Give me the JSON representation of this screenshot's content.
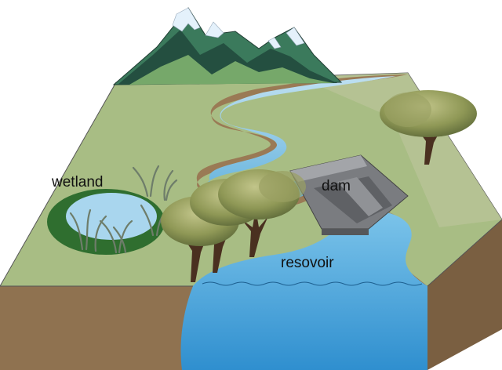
{
  "labels": {
    "wetland": "wetland",
    "dam": "dam",
    "reservoir": "resovoir"
  },
  "colors": {
    "grass": "#a8bd84",
    "grass_far": "#b3c492",
    "soil": "#8f7250",
    "soil_side": "#7a5f41",
    "water": "#5fb0dc",
    "water_light": "#a9d6ee",
    "river_bank": "#9a7a55",
    "mountain_dark": "#244f40",
    "mountain_mid": "#3b7a5c",
    "mountain_light": "#76a86a",
    "snow": "#e4f1fb",
    "dam_gray": "#7a7c80",
    "wetland_green": "#2f6e2f",
    "tree_foliage": "#8a9450",
    "tree_trunk": "#4a3020"
  }
}
